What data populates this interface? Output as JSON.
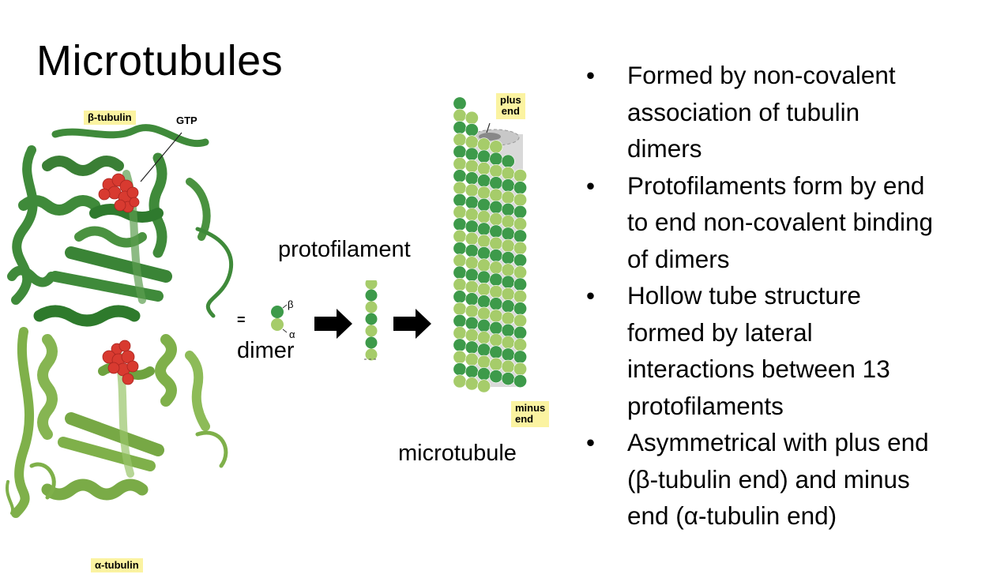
{
  "slide": {
    "title": "Microtubules"
  },
  "protein_figure": {
    "beta_label": "β-tubulin",
    "gtp_label": "GTP",
    "alpha_label": "α-tubulin",
    "colors": {
      "beta": "#3f8a3a",
      "alpha": "#7fb04a",
      "gtp": "#d83a30",
      "label_bg": "#fbf3a1"
    }
  },
  "dimer": {
    "equals_sign": "=",
    "label": "dimer",
    "beta_symbol": "β",
    "alpha_symbol": "α"
  },
  "protofilament": {
    "label": "protofilament",
    "subunits": [
      "alpha",
      "beta",
      "alpha",
      "beta",
      "alpha",
      "beta",
      "alpha"
    ]
  },
  "microtubule": {
    "label": "microtubule",
    "plus_end_label": [
      "plus",
      "end"
    ],
    "minus_end_label": [
      "minus",
      "end"
    ],
    "protofilament_count": 13,
    "colors": {
      "beta": "#3d9a4a",
      "alpha": "#a6cc6a",
      "core": "#d9d9d9"
    }
  },
  "bullets": [
    {
      "symbol": "•",
      "text": "Formed by non-covalent association of tubulin dimers",
      "lines": [
        "Formed by non-covalent",
        "association of tubulin",
        "dimers"
      ]
    },
    {
      "symbol": "•",
      "text": "Protofilaments form by end to end non-covalent binding of dimers",
      "lines": [
        "Protofilaments form by end",
        "to end non-covalent binding",
        "of dimers"
      ]
    },
    {
      "symbol": "•",
      "text": "Hollow tube structure formed by lateral interactions between 13 protofilaments",
      "lines": [
        "Hollow tube structure",
        "formed by lateral",
        "interactions between 13",
        "protofilaments"
      ]
    },
    {
      "symbol": "•",
      "text": "Asymmetrical with plus end (β-tubulin end) and minus end (α-tubulin end)",
      "lines": [
        "Asymmetrical with plus end",
        "(β-tubulin end) and minus",
        "end (α-tubulin end)"
      ]
    }
  ]
}
